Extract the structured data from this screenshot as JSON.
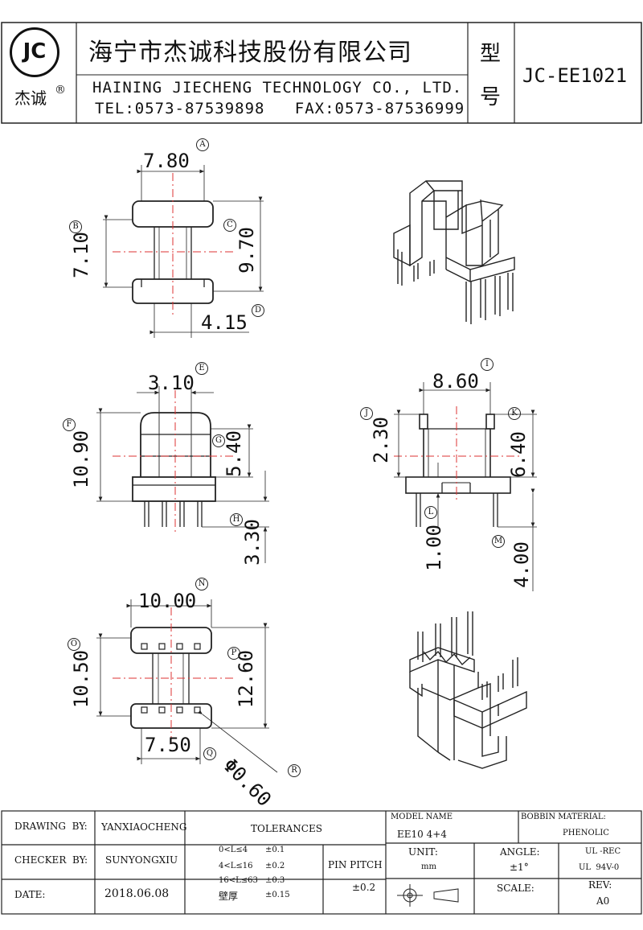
{
  "header": {
    "logo_mark": "JC",
    "logo_text": "杰诚",
    "registered": "®",
    "company_cn": "海宁市杰诚科技股份有限公司",
    "company_en": "HAINING JIECHENG TECHNOLOGY CO., LTD.",
    "contact": "TEL:0573-87539898   FAX:0573-87536999",
    "model_label_1": "型",
    "model_label_2": "号",
    "model_value": "JC-EE1021"
  },
  "dimensions": {
    "A": {
      "mark": "A",
      "value": "7.80"
    },
    "B": {
      "mark": "B",
      "value": "7.10"
    },
    "C": {
      "mark": "C",
      "value": "9.70"
    },
    "D": {
      "mark": "D",
      "value": "4.15"
    },
    "E": {
      "mark": "E",
      "value": "3.10"
    },
    "F": {
      "mark": "F",
      "value": "10.90"
    },
    "G": {
      "mark": "G",
      "value": "5.40"
    },
    "H": {
      "mark": "H",
      "value": "3.30"
    },
    "I": {
      "mark": "I",
      "value": "8.60"
    },
    "J": {
      "mark": "J",
      "value": "2.30"
    },
    "K": {
      "mark": "K",
      "value": "6.40"
    },
    "L": {
      "mark": "L",
      "value": "1.00"
    },
    "M": {
      "mark": "M",
      "value": "4.00"
    },
    "N": {
      "mark": "N",
      "value": "10.00"
    },
    "O": {
      "mark": "O",
      "value": "10.50"
    },
    "P": {
      "mark": "P",
      "value": "12.60"
    },
    "Q": {
      "mark": "Q",
      "value": "7.50"
    },
    "R": {
      "mark": "R",
      "value": "Φ0.60"
    }
  },
  "title_block": {
    "drawing_by_label": "DRAWING  BY:",
    "drawing_by": "YANXIAOCHENG",
    "checker_by_label": "CHECKER  BY:",
    "checker_by": "SUNYONGXIU",
    "date_label": "DATE:",
    "date": "2018.06.08",
    "tolerances_label": "TOLERANCES",
    "tol_1_range": "0<L≤4",
    "tol_1_value": "±0.1",
    "tol_2_range": "4<L≤16",
    "tol_2_value": "±0.2",
    "tol_3_range": "16<L≤63",
    "tol_3_value": "±0.3",
    "tol_4_range": "壁厚",
    "tol_4_value": "±0.15",
    "pin_pitch_label": "PIN PITCH",
    "pin_pitch_value": "±0.2",
    "model_name_label": "MODEL NAME",
    "model_name": "EE10 4+4",
    "material_label": "BOBBIN MATERIAL:",
    "material": "PHENOLIC",
    "unit_label": "UNIT:",
    "unit": "mm",
    "angle_label": "ANGLE:",
    "angle": "±1°",
    "ul_1": "UL -REC",
    "ul_2": "UL  94V-0",
    "scale_label": "SCALE:",
    "rev_label": "REV:",
    "rev": "A0"
  }
}
